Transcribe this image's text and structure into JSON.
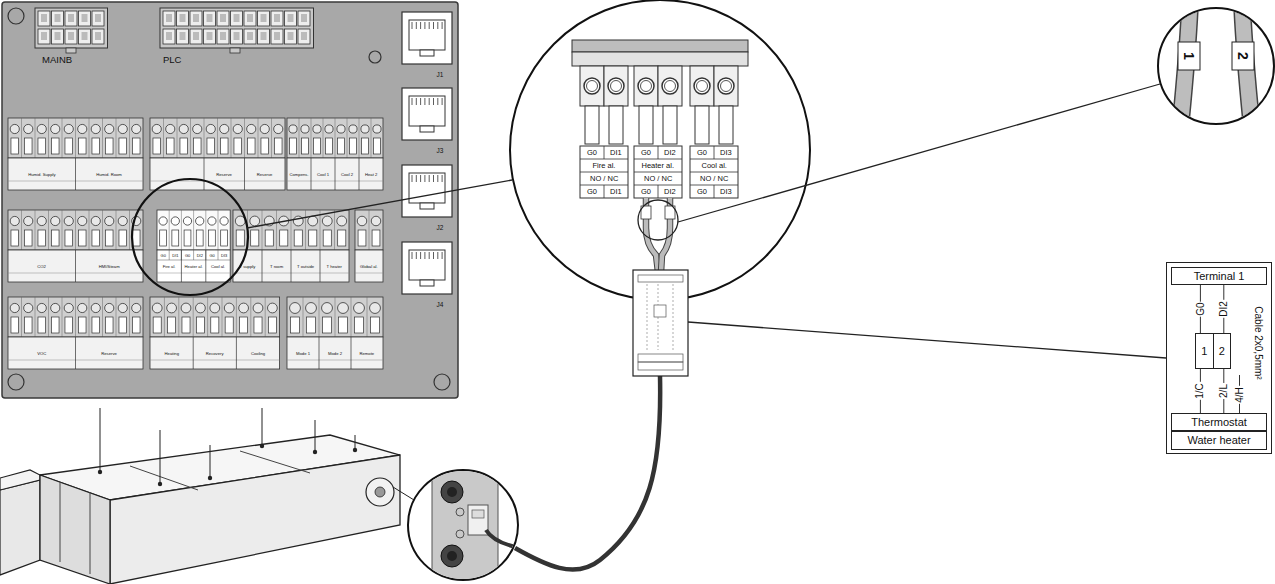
{
  "diagram": {
    "nodes": [
      {
        "text": [
          "Cable 2x0,5mm²"
        ]
      },
      {
        "text": [
          "Terminal 1"
        ],
        "in": 0
      },
      {
        "text": [
          "1",
          "2"
        ],
        "in": 0
      },
      {
        "text": [
          "Thermostat"
        ],
        "in": 0
      },
      {
        "text": [
          "Water heater"
        ],
        "in": 0
      }
    ],
    "edges": [
      {
        "from": 2,
        "to": 1,
        "arrow": "none",
        "label": "G0"
      },
      {
        "from": 2,
        "to": 1,
        "arrow": "none",
        "label": "DI2"
      },
      {
        "from": 2,
        "to": 3,
        "arrow": "none",
        "label": "1/C"
      },
      {
        "from": 2,
        "to": 3,
        "arrow": "none",
        "label": "2/L"
      }
    ],
    "labels": [
      "MAINB",
      "PLC",
      "J1",
      "J3",
      "J2",
      "J4",
      "Humid. Supply",
      "Humid. Room",
      "Reserve",
      "Reserve",
      "Compens.",
      "Cool 1",
      "Cool 2",
      "Heat 2",
      "CO2",
      "HMI/Steam",
      "G0",
      "DI1",
      "G0",
      "DI2",
      "G0",
      "DI3",
      "Fire al.",
      "Heater al.",
      "Cool al.",
      "T supply",
      "T room",
      "T outside",
      "T heater",
      "Global al.",
      "VOC",
      "Reserve",
      "Heating",
      "Recovery",
      "Cooling",
      "Mode 1",
      "Mode 2",
      "Remote",
      "G0",
      "DI1",
      "Fire al.",
      "NO / NC",
      "G0",
      "DI1",
      "G0",
      "DI2",
      "Heater al.",
      "NO / NC",
      "G0",
      "DI2",
      "G0",
      "DI3",
      "Cool al.",
      "NO / NC",
      "G0",
      "DI3",
      "1",
      "2",
      "4/H"
    ]
  }
}
